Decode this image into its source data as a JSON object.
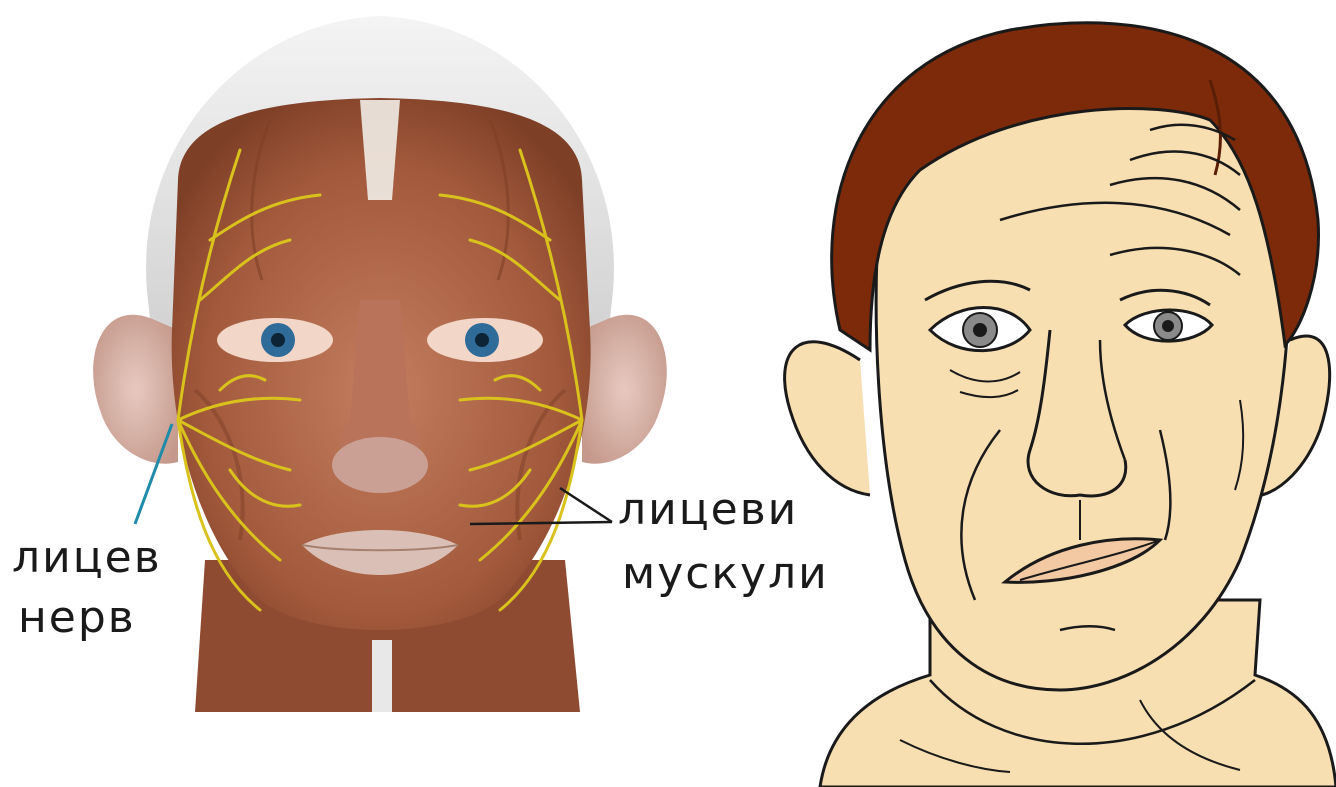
{
  "labels": {
    "facial_nerve": [
      "лицев",
      "нерв"
    ],
    "facial_muscles": [
      "лицеви",
      "мускули"
    ]
  },
  "colors": {
    "muscle": "#a35a3c",
    "muscle_light": "#c9876a",
    "skull": "#e4e4e4",
    "nerve": "#d9c21c",
    "pointer": "#1f8ba8",
    "hair": "#7d2a0a",
    "skin": "#f7dfb2",
    "outline": "#1a1a1a"
  },
  "icons": {
    "left_figure": "anatomy-head-icon",
    "right_figure": "facial-palsy-face-icon"
  }
}
